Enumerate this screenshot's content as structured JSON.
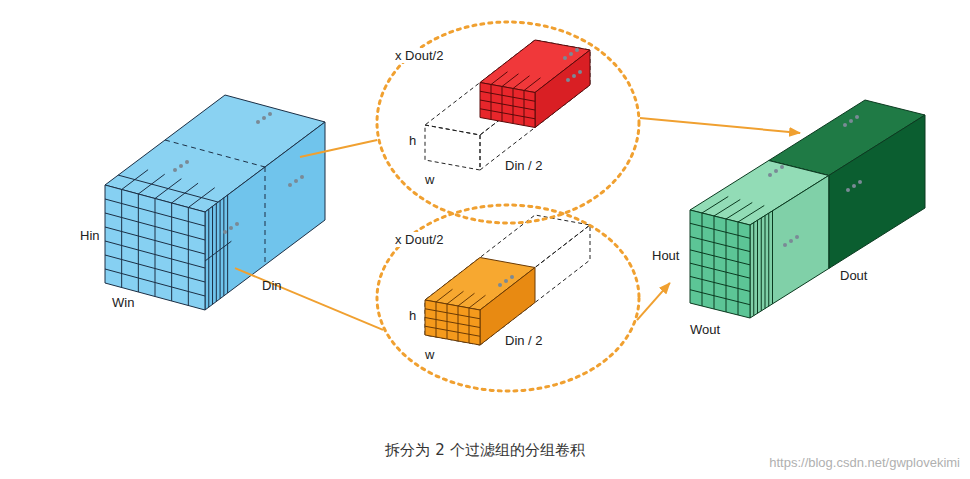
{
  "diagram": {
    "caption": "拆分为 2 个过滤组的分组卷积",
    "nodes": [
      {
        "text": [
          "Hin",
          "Win",
          "Din"
        ]
      },
      {
        "text": [
          "x Dout/2",
          "h",
          "w",
          "Din / 2"
        ]
      },
      {
        "text": [
          "x Dout/2",
          "h",
          "w",
          "Din / 2"
        ]
      },
      {
        "text": [
          "Hout",
          "Wout",
          "Dout"
        ]
      }
    ],
    "edges": [
      {
        "from": 0,
        "to": 1,
        "arrow": "none"
      },
      {
        "from": 0,
        "to": 2,
        "arrow": "none"
      },
      {
        "from": 1,
        "to": 3,
        "arrow": "to"
      },
      {
        "from": 2,
        "to": 3,
        "arrow": "to"
      }
    ],
    "labels": [
      "https://blog.csdn.net/gwplovekimi"
    ]
  }
}
